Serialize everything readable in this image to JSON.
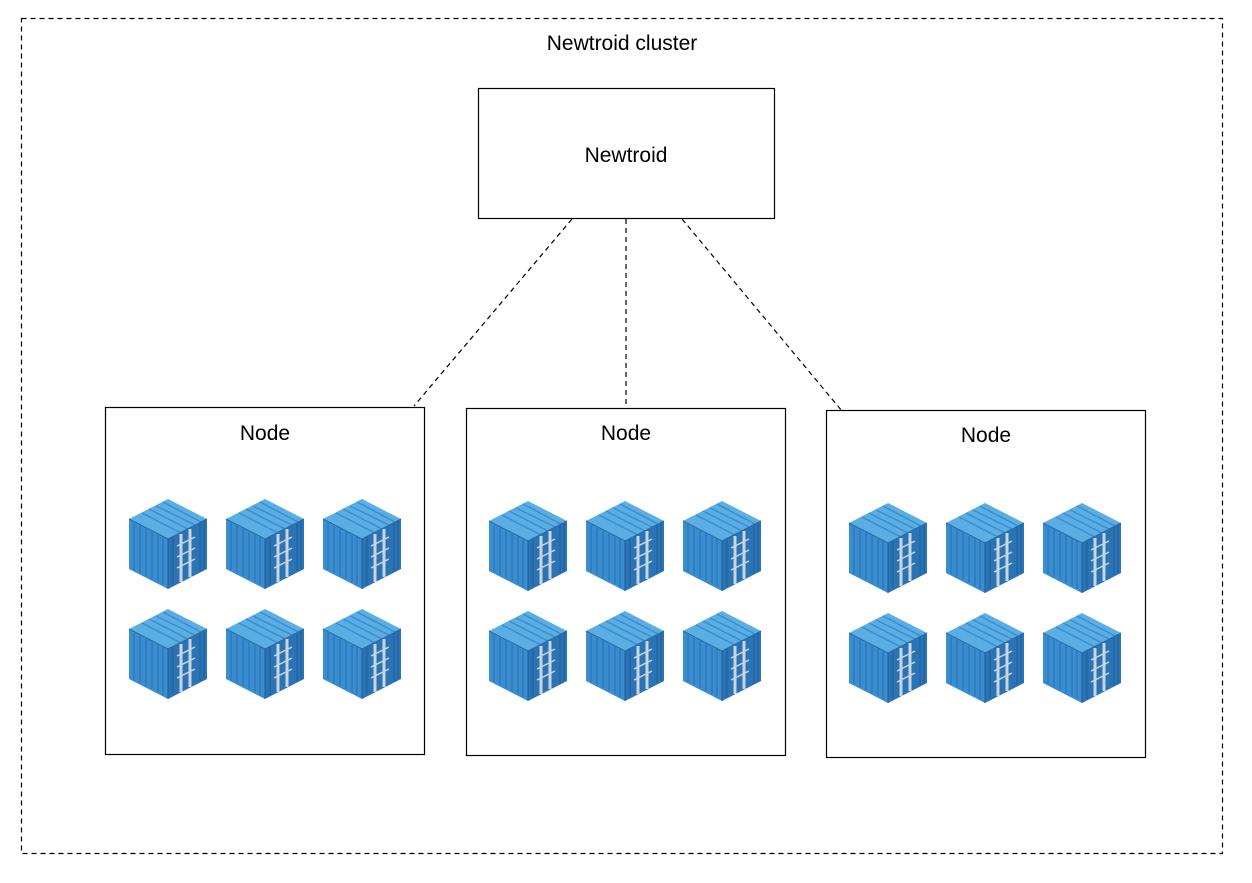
{
  "cluster": {
    "label": "Newtroid cluster"
  },
  "controller": {
    "label": "Newtroid"
  },
  "nodes": [
    {
      "label": "Node",
      "container_count": 6
    },
    {
      "label": "Node",
      "container_count": 6
    },
    {
      "label": "Node",
      "container_count": 6
    }
  ],
  "container_icon": {
    "icon": "shipping-container-icon",
    "front_color": "#3a8ed0",
    "side_color": "#2a73b5",
    "top_color": "#5aaee3",
    "rail_color": "#c9d6e0"
  },
  "colors": {
    "stroke": "#000000",
    "background": "#ffffff"
  }
}
